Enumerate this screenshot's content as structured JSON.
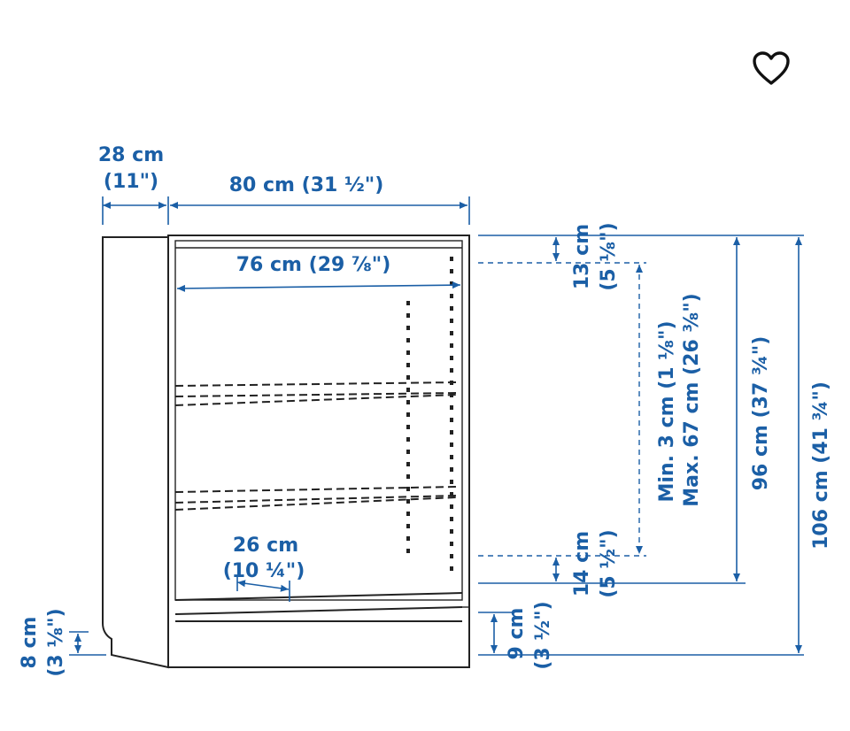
{
  "favorite": {
    "icon": "heart-outline-icon"
  },
  "colors": {
    "dimension": "#1b5fa6",
    "outline": "#222222"
  },
  "dimensions": {
    "depth_cm": "28 cm",
    "depth_in": "(11\")",
    "width_outer": "80 cm (31 ½\")",
    "width_inner": "76 cm (29 ⅞\")",
    "shelf_depth_cm": "26 cm",
    "shelf_depth_in": "(10 ¼\")",
    "top_gap_cm": "13 cm",
    "top_gap_in": "(5 ⅛\")",
    "shelf_range_min": "Min. 3 cm (1 ⅛\")",
    "shelf_range_max": "Max. 67 cm (26 ⅜\")",
    "inner_height": "96 cm (37 ¾\")",
    "total_height": "106 cm (41 ¾\")",
    "bottom_gap_cm": "14 cm",
    "bottom_gap_in": "(5 ½\")",
    "plinth_cm": "9 cm",
    "plinth_in": "(3 ½\")",
    "foot_cm": "8 cm",
    "foot_in": "(3 ⅛\")"
  }
}
